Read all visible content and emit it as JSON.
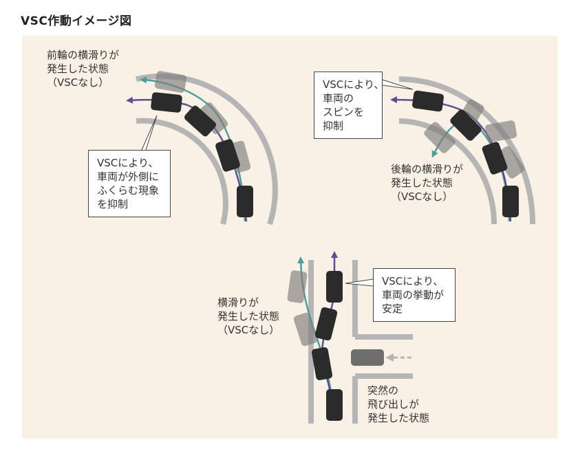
{
  "title": "VSC作動イメージ図",
  "colors": {
    "background": "#faf1e6",
    "road": "#b5b5b5",
    "with_vsc_path": "#5b4d96",
    "without_vsc_path": "#4a9e9a",
    "car_dark": "#2b2b2b",
    "car_ghost": "#7f7f7f"
  },
  "scenes": {
    "understeer": {
      "without_label": [
        "前輪の横滑りが",
        "発生した状態",
        "（VSCなし）"
      ],
      "callout": [
        "VSCにより、",
        "車両が外側に",
        "ふくらむ現象",
        "を抑制"
      ]
    },
    "oversteer": {
      "callout": [
        "VSCにより、",
        "車両の",
        "スピンを",
        "抑制"
      ],
      "without_label": [
        "後輪の横滑りが",
        "発生した状態",
        "（VSCなし）"
      ]
    },
    "obstacle": {
      "without_label": [
        "横滑りが",
        "発生した状態",
        "（VSCなし）"
      ],
      "callout": [
        "VSCにより、",
        "車両の挙動が",
        "安定"
      ],
      "event_label": [
        "突然の",
        "飛び出しが",
        "発生した状態"
      ]
    }
  }
}
